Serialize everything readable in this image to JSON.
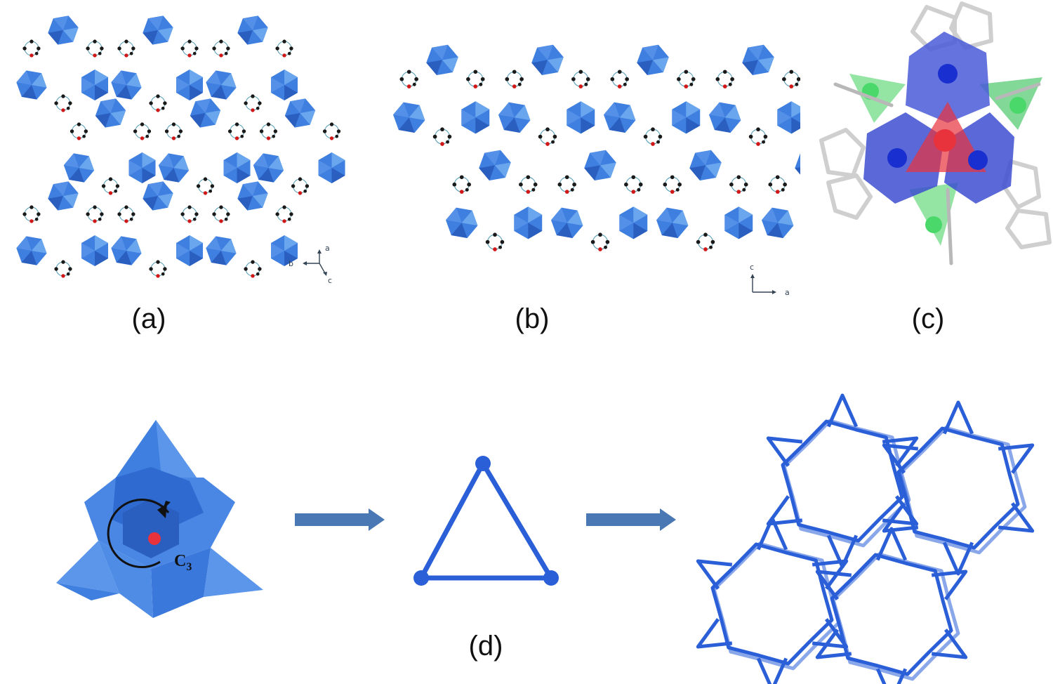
{
  "captions": {
    "a": "(a)",
    "b": "(b)",
    "c": "(c)",
    "d": "(d)"
  },
  "axes_a": {
    "x": "b",
    "y1": "a",
    "y2": "c"
  },
  "axes_b": {
    "up": "c",
    "right": "a"
  },
  "symmetry": {
    "symbol": "C",
    "subscript": "3"
  },
  "colors": {
    "polyhedron": "#3f7fe0",
    "polyhedron_light": "#6aa6ee",
    "polyhedron_dark": "#2a5fc0",
    "carbon": "#1a1a1a",
    "oxygen": "#d01818",
    "net": "#2a5fd8",
    "green_tetra": "#3ccf5a",
    "red_center": "#e8323c",
    "blue_metal": "#1a2fd0",
    "arrow": "#4a78b4"
  }
}
